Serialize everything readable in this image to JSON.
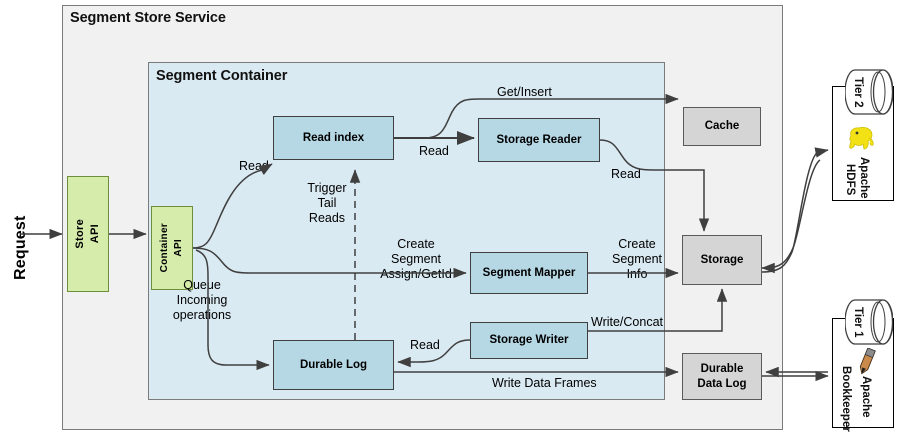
{
  "diagram": {
    "title": "Segment Store Service",
    "inner_title": "Segment Container",
    "request_label": "Request"
  },
  "nodes": {
    "store_api": "Store\nAPI",
    "store_api_line1": "Store",
    "store_api_line2": "API",
    "container_api_line1": "Container",
    "container_api_line2": "API",
    "read_index": "Read index",
    "storage_reader": "Storage Reader",
    "segment_mapper": "Segment Mapper",
    "storage_writer": "Storage Writer",
    "durable_log": "Durable Log",
    "cache": "Cache",
    "storage": "Storage",
    "durable_data_log": "Durable Data Log"
  },
  "edge_labels": {
    "read_left": "Read",
    "read_index_to_reader": "Read",
    "get_insert": "Get/Insert",
    "read_reader_to_storage": "Read",
    "trigger_tail_reads": "Trigger\nTail\nReads",
    "trigger_l1": "Trigger",
    "trigger_l2": "Tail",
    "trigger_l3": "Reads",
    "queue_incoming": "Queue\nIncoming\noperations",
    "queue_l1": "Queue",
    "queue_l2": "Incoming",
    "queue_l3": "operations",
    "create_segment_assign": "Create\nSegment\nAssign/GetId",
    "csa_l1": "Create",
    "csa_l2": "Segment",
    "csa_l3": "Assign/GetId",
    "create_segment_info": "Create\nSegment\nInfo",
    "csi_l1": "Create",
    "csi_l2": "Segment",
    "csi_l3": "Info",
    "read_writer_to_log": "Read",
    "write_concat": "Write/Concat",
    "write_data_frames": "Write Data Frames"
  },
  "tiers": {
    "tier2": {
      "cylinder_label": "Tier 2",
      "name_line1": "Apache",
      "name_line2": "HDFS",
      "icon": "hadoop-elephant-icon"
    },
    "tier1": {
      "cylinder_label": "Tier 1",
      "name_line1": "Apache",
      "name_line2": "Bookkeeper",
      "icon": "bookkeeper-pen-icon"
    }
  },
  "colors": {
    "service_bg": "#f1f1f1",
    "container_bg": "#daeaf2",
    "node_blue": "#b6d8e5",
    "node_grey": "#d5d5d5",
    "node_green": "#d5ecaa",
    "stroke": "#3f3f3f",
    "elephant_yellow": "#f2e114"
  }
}
